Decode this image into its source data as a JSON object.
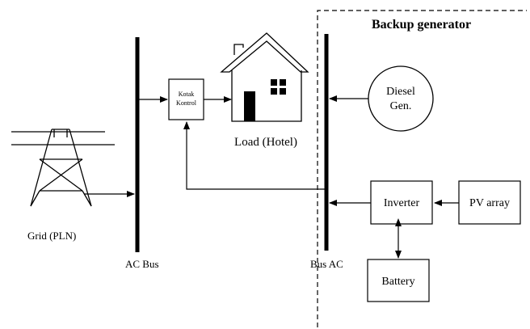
{
  "backup_section": {
    "title": "Backup generator"
  },
  "grid": {
    "label": "Grid (PLN)"
  },
  "ac_bus": {
    "label": "AC Bus"
  },
  "bus_ac": {
    "label": "Bus AC"
  },
  "control_box": {
    "line1": "Kotak",
    "line2": "Kontrol"
  },
  "load": {
    "label": "Load (Hotel)"
  },
  "diesel": {
    "line1": "Diesel",
    "line2": "Gen."
  },
  "inverter": {
    "label": "Inverter"
  },
  "pv": {
    "label": "PV array"
  },
  "battery": {
    "label": "Battery"
  }
}
